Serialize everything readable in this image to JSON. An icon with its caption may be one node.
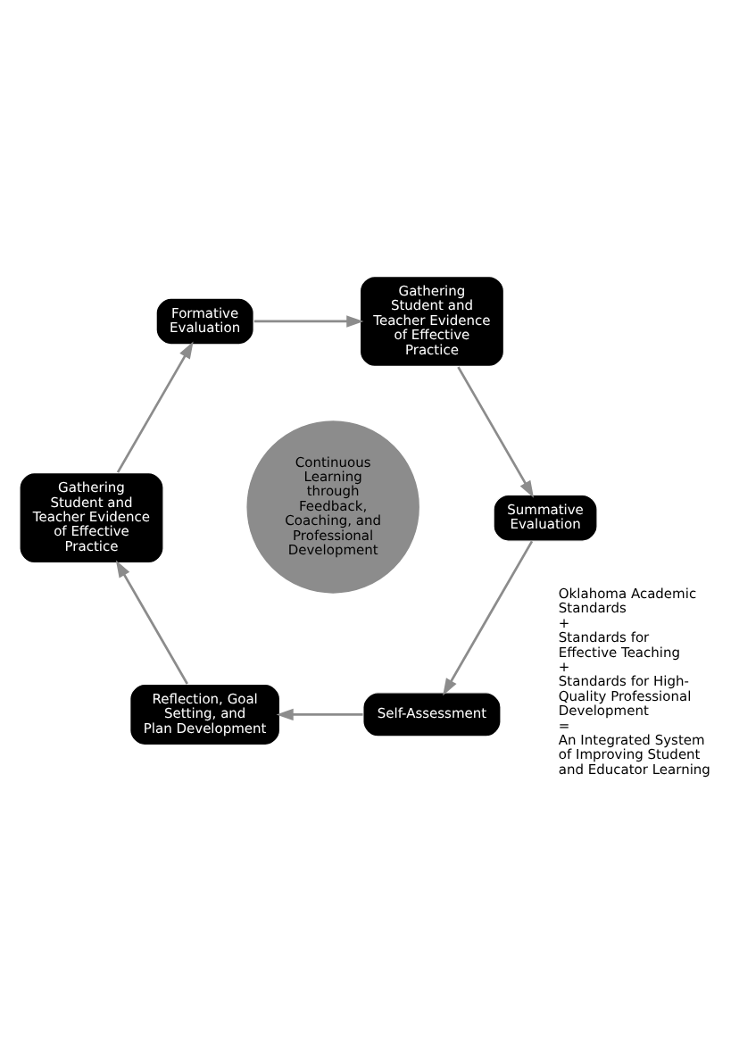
{
  "diagram": {
    "nodes": [
      {
        "text": [
          "Continuous Learning through Feedback, Coaching, and Professional Development"
        ]
      },
      {
        "text": [
          "Self-Assessment"
        ]
      },
      {
        "text": [
          "Reflection, Goal Setting, and Plan Development"
        ]
      },
      {
        "text": [
          "Gathering Student and Teacher Evidence of Effective Practice"
        ]
      },
      {
        "text": [
          "Formative Evaluation"
        ]
      },
      {
        "text": [
          "Gathering Student and Teacher Evidence of Effective Practice"
        ]
      },
      {
        "text": [
          "Summative Evaluation"
        ]
      }
    ],
    "edges": [
      {
        "from": 6,
        "to": 1,
        "arrow": "to"
      },
      {
        "from": 1,
        "to": 2,
        "arrow": "to"
      },
      {
        "from": 2,
        "to": 3,
        "arrow": "to"
      },
      {
        "from": 3,
        "to": 4,
        "arrow": "to"
      },
      {
        "from": 4,
        "to": 5,
        "arrow": "to"
      },
      {
        "from": 5,
        "to": 6,
        "arrow": "to"
      }
    ],
    "labels": [
      "Oklahoma Academic Standards",
      "+",
      "Standards for Effective Teaching",
      "+",
      "Standards for High-Quality Professional Development",
      "=",
      "An Integrated System of Improving Student and Educator Learning"
    ]
  }
}
